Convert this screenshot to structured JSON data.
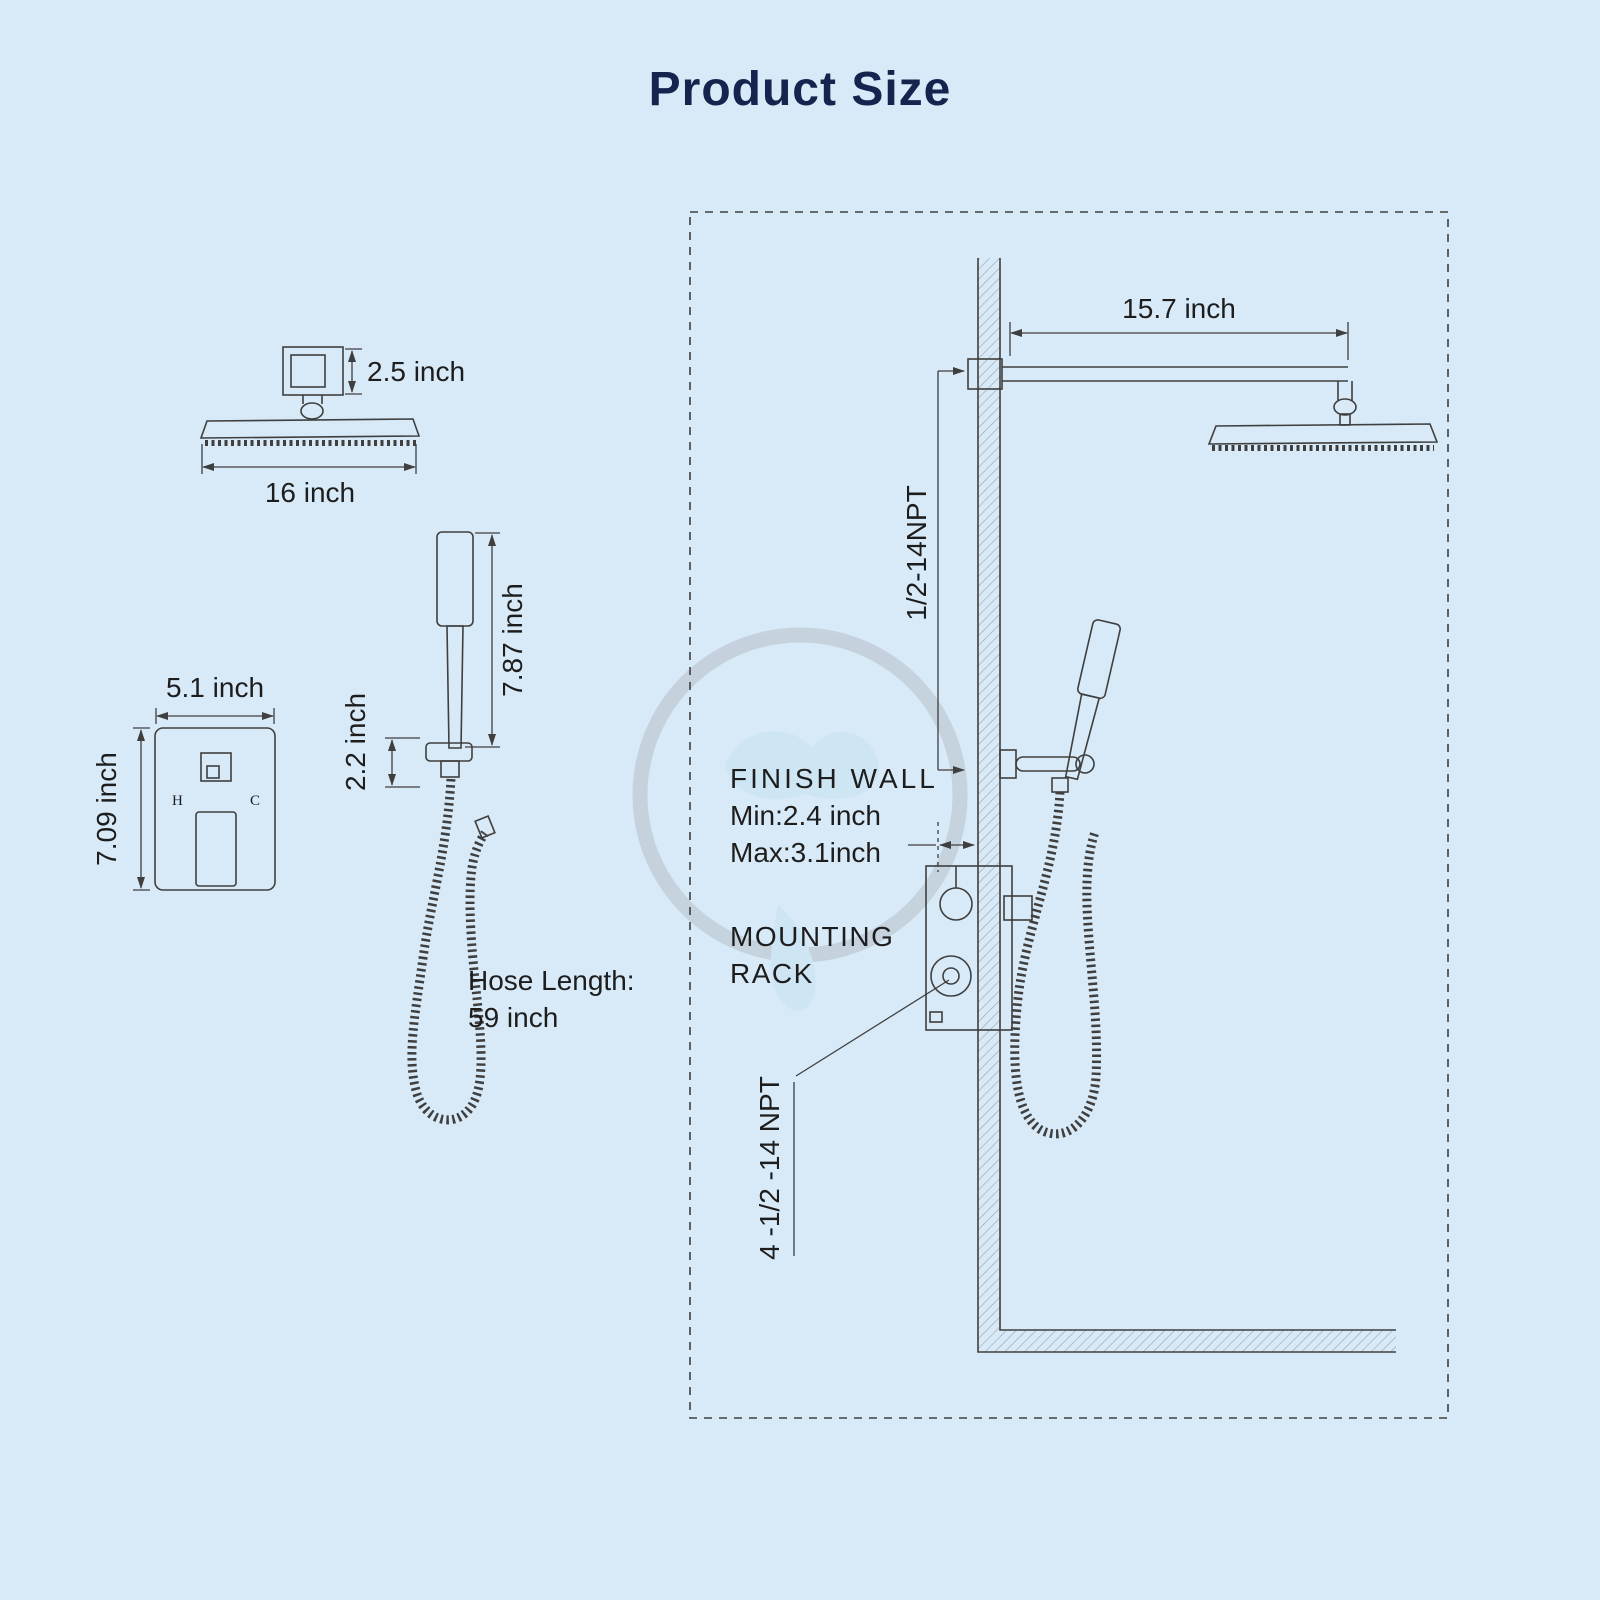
{
  "page": {
    "title": "Product Size"
  },
  "colors": {
    "background": "#d8eaf7",
    "title": "#15234f",
    "line": "#3f3f3f",
    "label": "#1d1d1d",
    "watermark_ring": "#b7c0ca",
    "watermark_blue": "#c7e2f3"
  },
  "shower_head_view": {
    "mount_height": "2.5 inch",
    "head_width": "16 inch"
  },
  "valve_view": {
    "width": "5.1 inch",
    "height": "7.09 inch",
    "hot": "H",
    "cold": "C"
  },
  "handheld_view": {
    "wand_length": "7.87 inch",
    "holder_height": "2.2 inch",
    "hose_length_line1": "Hose Length:",
    "hose_length_line2": "59 inch"
  },
  "installation_view": {
    "arm_length": "15.7 inch",
    "arm_thread": "1/2-14NPT",
    "finish_wall_title": "FINISH WALL",
    "finish_wall_min": "Min:2.4 inch",
    "finish_wall_max": "Max:3.1inch",
    "mounting_rack_line1": "MOUNTING",
    "mounting_rack_line2": "RACK",
    "inlet_thread": "4 -1/2 -14 NPT"
  }
}
